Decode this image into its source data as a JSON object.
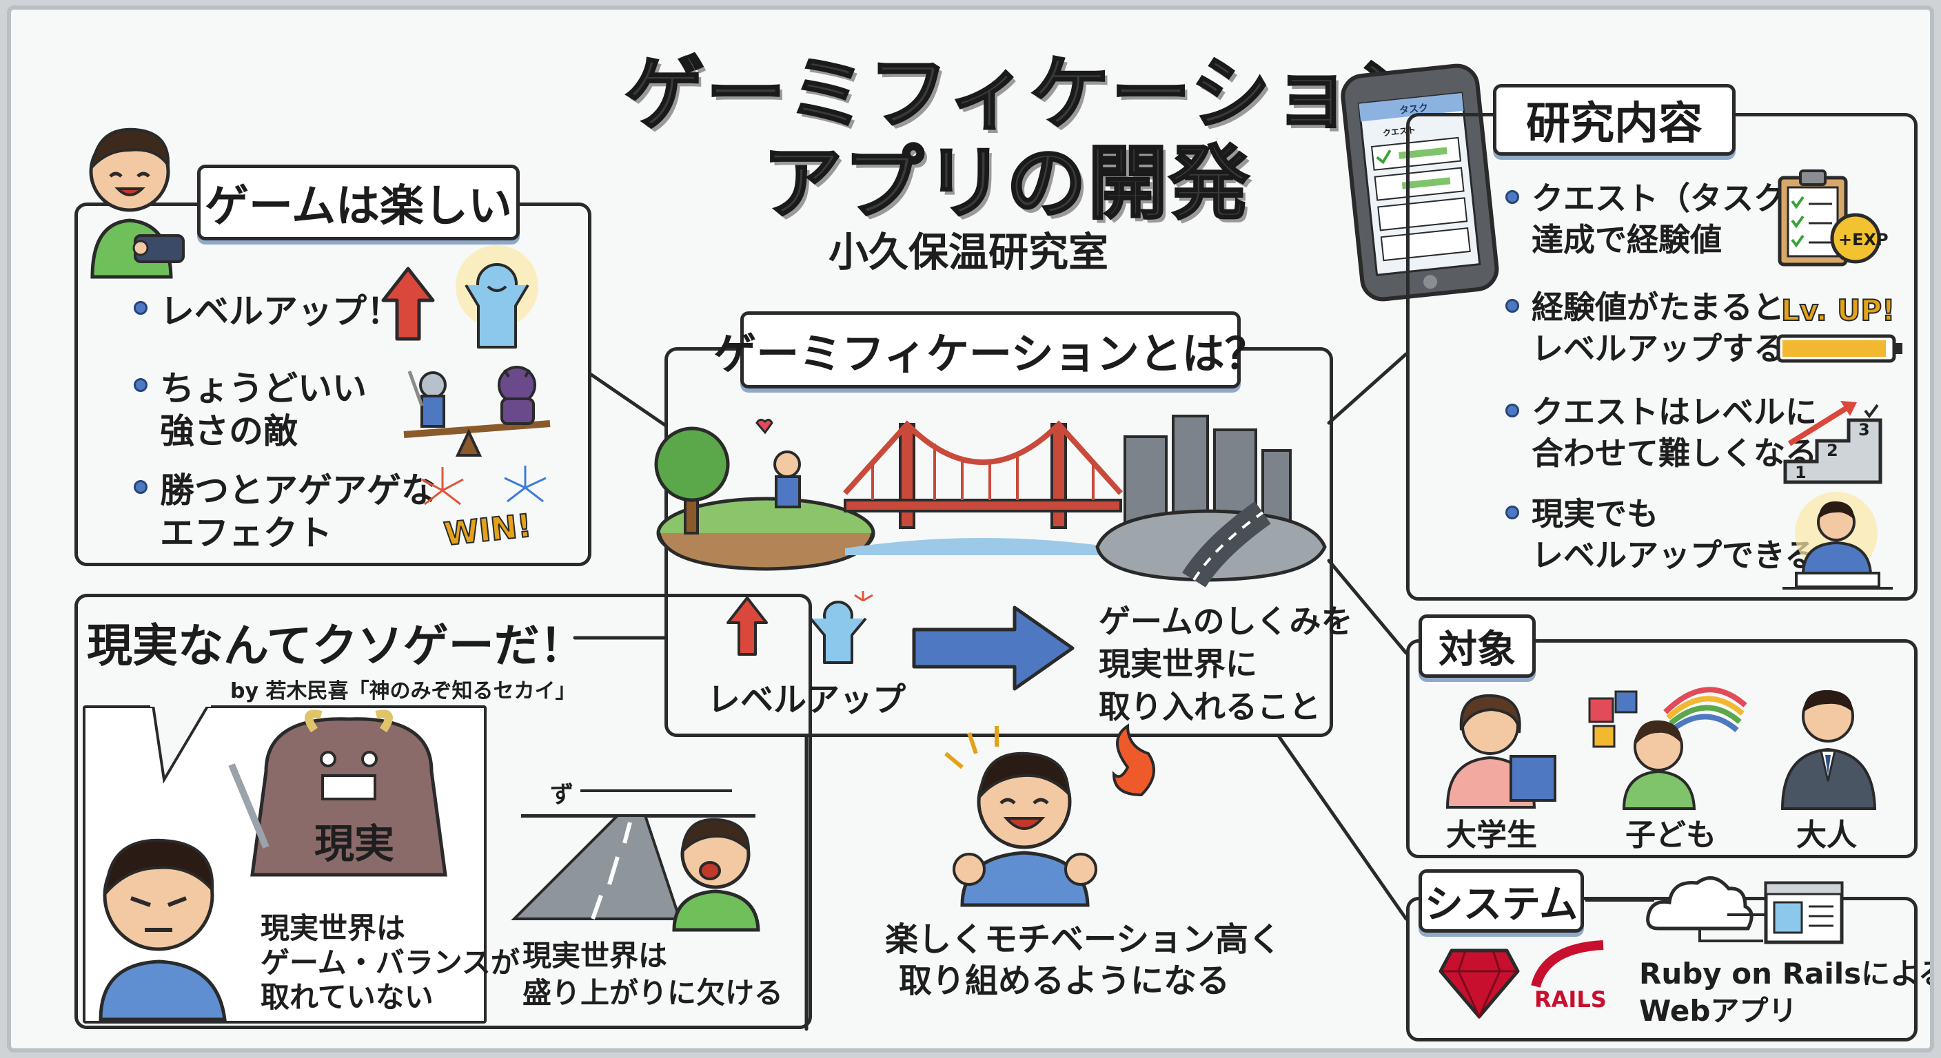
{
  "title": {
    "line1": "ゲーミフィケーション",
    "line2": "アプリの開発",
    "lab": "小久保温研究室"
  },
  "game_fun": {
    "heading": "ゲームは楽しい",
    "items": [
      {
        "l1": "レベルアップ！",
        "l2": ""
      },
      {
        "l1": "ちょうどいい",
        "l2": "強さの敵"
      },
      {
        "l1": "勝つとアゲアゲな",
        "l2": "エフェクト"
      }
    ],
    "win_label": "WIN!"
  },
  "kusoge": {
    "heading": "現実なんてクソゲーだ！",
    "credit": "by 若木民喜「神のみぞ知るセカイ」",
    "monster_label": "現実",
    "caption1": {
      "l1": "現実世界は",
      "l2": "ゲーム・バランスが",
      "l3": "取れていない"
    },
    "sleep_sfx": "ず",
    "caption2": {
      "l1": "現実世界は",
      "l2": "盛り上がりに欠ける"
    }
  },
  "center": {
    "heading": "ゲーミフィケーションとは？",
    "levelup_label": "レベルアップ",
    "definition": {
      "l1": "ゲームのしくみを",
      "l2": "現実世界に",
      "l3": "取り入れること"
    },
    "result": {
      "l1": "楽しくモチベーション高く",
      "l2": "取り組めるようになる"
    }
  },
  "phone": {
    "header": "タスク",
    "subheader": "クエスト"
  },
  "research": {
    "heading": "研究内容",
    "items": [
      {
        "l1": "クエスト（タスク）",
        "l2": "達成で経験値"
      },
      {
        "l1": "経験値がたまると",
        "l2": "レベルアップする"
      },
      {
        "l1": "クエストはレベルに",
        "l2": "合わせて難しくなる"
      },
      {
        "l1": "現実でも",
        "l2": "レベルアップできる"
      }
    ],
    "exp_badge": "+EXP",
    "lvup_label": "Lv. UP!",
    "steps": [
      "1",
      "2",
      "3"
    ]
  },
  "target": {
    "heading": "対象",
    "people": [
      {
        "label": "大学生"
      },
      {
        "label": "子ども"
      },
      {
        "label": "大人"
      }
    ]
  },
  "system": {
    "heading": "システム",
    "rails_label": "RAILS",
    "desc": {
      "l1": "Ruby on Railsによる",
      "l2": "Webアプリ"
    }
  },
  "colors": {
    "accent_blue": "#4e79c2",
    "arrow_red": "#d9483b",
    "tag_shadow": "#8fa9c9",
    "ruby": "#c8102e"
  }
}
